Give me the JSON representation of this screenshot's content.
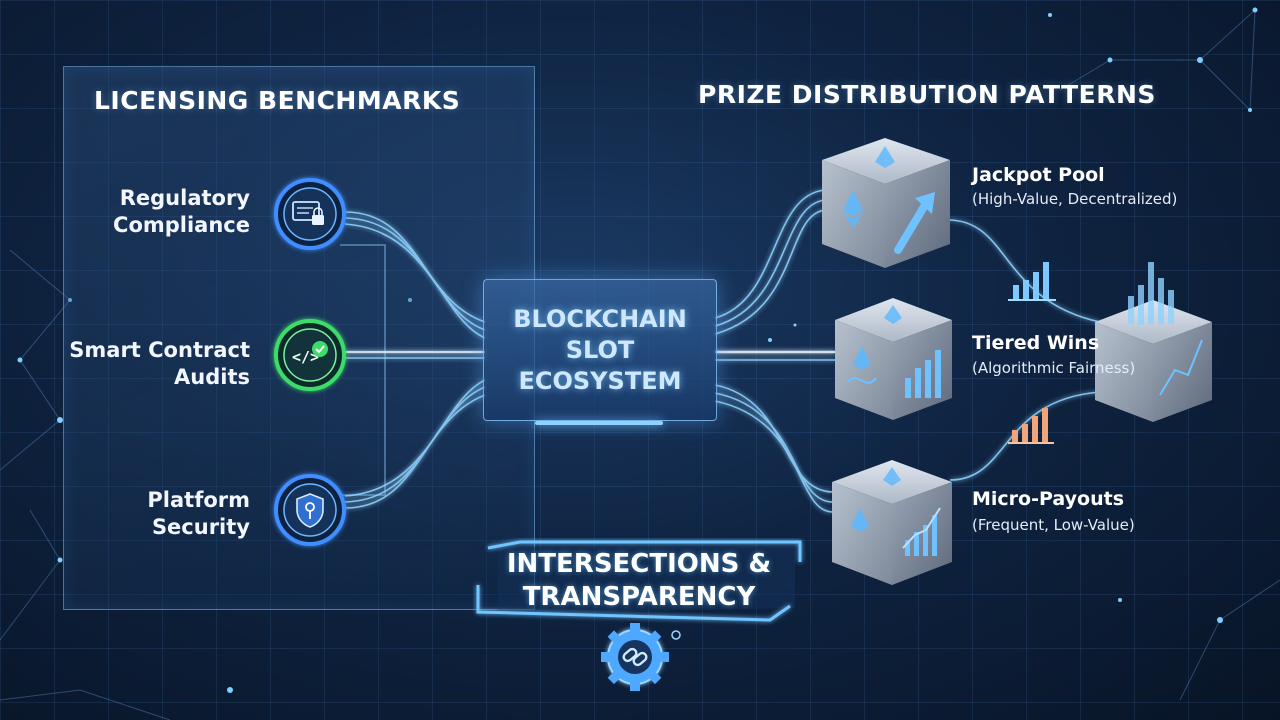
{
  "benchmarks": {
    "title": "LICENSING BENCHMARKS",
    "items": [
      {
        "label": "Regulatory\nCompliance",
        "icon": "certificate-lock-icon"
      },
      {
        "label": "Smart Contract\nAudits",
        "icon": "code-check-icon"
      },
      {
        "label": "Platform\nSecurity",
        "icon": "shield-key-icon"
      }
    ]
  },
  "center": {
    "label": "BLOCKCHAIN\nSLOT\nECOSYSTEM"
  },
  "prizes": {
    "title": "PRIZE DISTRIBUTION PATTERNS",
    "items": [
      {
        "title": "Jackpot Pool",
        "subtitle": "(High-Value, Decentralized)",
        "icon": "ethereum-cube-arrow-icon"
      },
      {
        "title": "Tiered Wins",
        "subtitle": "(Algorithmic Fairness)",
        "icon": "ethereum-cube-bars-icon"
      },
      {
        "title": "Micro-Payouts",
        "subtitle": "(Frequent, Low-Value)",
        "icon": "ethereum-cube-chart-icon"
      }
    ]
  },
  "footer": {
    "label": "INTERSECTIONS &\nTRANSPARENCY",
    "icon": "gear-link-icon"
  },
  "colors": {
    "background": "#0f2442",
    "accent_blue": "#5bb8ff",
    "accent_green": "#3ddc6a",
    "cube": "#9aa6b6"
  }
}
